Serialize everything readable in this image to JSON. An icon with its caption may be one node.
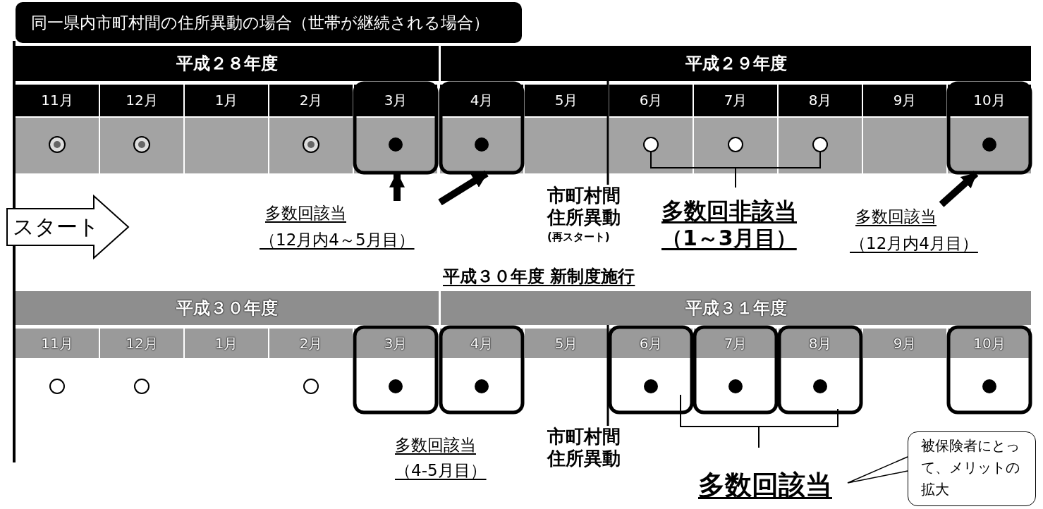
{
  "diagram": {
    "title": "同一県内市町村間の住所異動の場合（世帯が継続される場合）",
    "nodes": [
      {
        "text": [
          "平成２８年度"
        ]
      },
      {
        "text": [
          "平成２９年度"
        ]
      },
      {
        "text": [
          "11月"
        ]
      },
      {
        "text": [
          "12月"
        ]
      },
      {
        "text": [
          "1月"
        ]
      },
      {
        "text": [
          "2月"
        ]
      },
      {
        "text": [
          "3月"
        ]
      },
      {
        "text": [
          "4月"
        ]
      },
      {
        "text": [
          "5月"
        ]
      },
      {
        "text": [
          "6月"
        ]
      },
      {
        "text": [
          "7月"
        ]
      },
      {
        "text": [
          "8月"
        ]
      },
      {
        "text": [
          "9月"
        ]
      },
      {
        "text": [
          "10月"
        ]
      },
      {
        "text": [
          "スタート"
        ]
      },
      {
        "text": [
          "市町村間住所異動",
          "(再スタート)"
        ]
      },
      {
        "text": [
          "多数回該当",
          "（12月内4～5月目）"
        ]
      },
      {
        "text": [
          "多数回該当",
          "（12月内4月目）"
        ]
      },
      {
        "text": [
          "平成３０年度"
        ]
      },
      {
        "text": [
          "平成３１年度"
        ]
      },
      {
        "text": [
          "11月"
        ]
      },
      {
        "text": [
          "12月"
        ]
      },
      {
        "text": [
          "1月"
        ]
      },
      {
        "text": [
          "2月"
        ]
      },
      {
        "text": [
          "3月"
        ]
      },
      {
        "text": [
          "4月"
        ]
      },
      {
        "text": [
          "5月"
        ]
      },
      {
        "text": [
          "6月"
        ]
      },
      {
        "text": [
          "7月"
        ]
      },
      {
        "text": [
          "8月"
        ]
      },
      {
        "text": [
          "9月"
        ]
      },
      {
        "text": [
          "10月"
        ]
      },
      {
        "text": [
          "市町村間住所異動"
        ]
      },
      {
        "text": [
          "多数回該当"
        ]
      },
      {
        "text": [
          "被保険者にとって、メリットの拡大"
        ]
      }
    ],
    "edges": [
      {
        "from": 16,
        "to": 6,
        "arrow": "to",
        "style": "thick"
      },
      {
        "from": 16,
        "to": 7,
        "arrow": "to",
        "style": "thick"
      },
      {
        "from": 17,
        "to": 13,
        "arrow": "to",
        "style": "thick"
      },
      {
        "from": 15,
        "to": 1,
        "arrow": "none"
      },
      {
        "from": 32,
        "to": 19,
        "arrow": "none"
      },
      {
        "from": 34,
        "to": 33,
        "arrow": "none"
      }
    ],
    "labels": [
      "多数回非該当",
      "（1～3月目）",
      "平成３０年度 新制度施行",
      "多数回該当",
      "（4-5月目）"
    ]
  }
}
